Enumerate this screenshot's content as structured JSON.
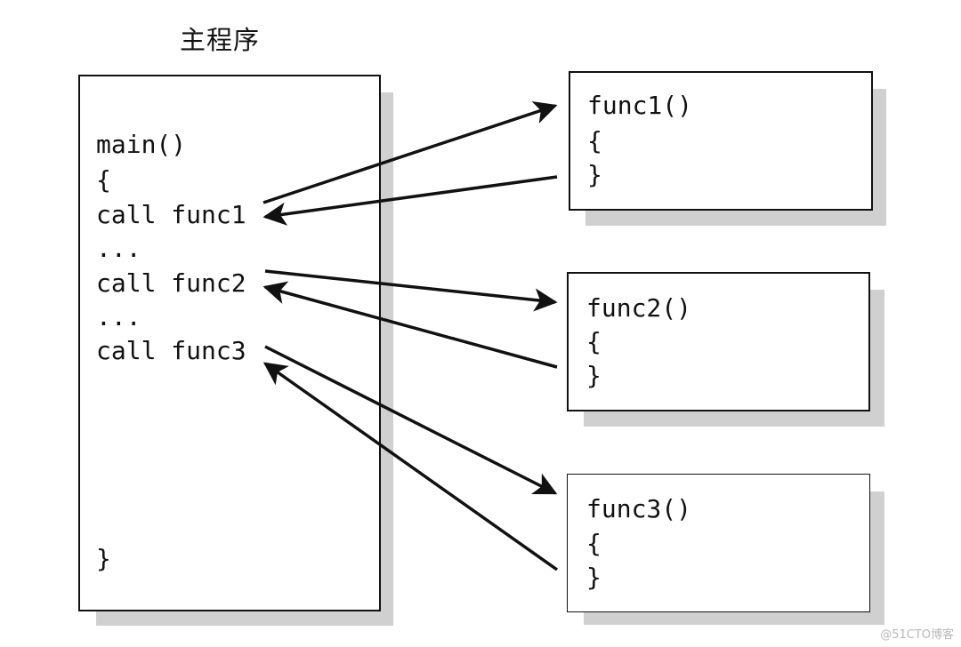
{
  "title": "主程序",
  "main_block": {
    "lines": [
      "main()",
      "{",
      "call func1",
      "...",
      "call func2",
      "...",
      "call func3",
      "}"
    ]
  },
  "func_blocks": [
    {
      "lines": [
        "func1()",
        "{",
        "}"
      ]
    },
    {
      "lines": [
        "func2()",
        "{",
        "}"
      ]
    },
    {
      "lines": [
        "func3()",
        "{",
        "}"
      ]
    }
  ],
  "watermark": "@51CTO博客"
}
